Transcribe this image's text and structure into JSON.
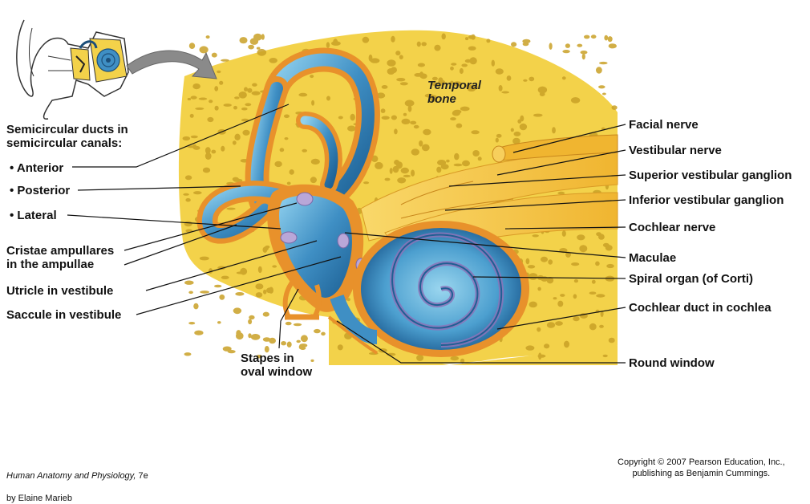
{
  "labels_left": {
    "semicircular_ducts": "Semicircular ducts in\nsemicircular canals:",
    "anterior": "• Anterior",
    "posterior": "• Posterior",
    "lateral": "• Lateral",
    "cristae": "Cristae ampullares\nin the ampullae",
    "utricle": "Utricle in vestibule",
    "saccule": "Saccule in vestibule",
    "stapes": "Stapes in\noval window"
  },
  "labels_right": {
    "facial_nerve": "Facial nerve",
    "vestibular_nerve": "Vestibular nerve",
    "superior_ganglion": "Superior vestibular ganglion",
    "inferior_ganglion": "Inferior vestibular ganglion",
    "cochlear_nerve": "Cochlear nerve",
    "maculae": "Maculae",
    "spiral_organ": "Spiral organ (of Corti)",
    "cochlear_duct": "Cochlear duct in cochlea",
    "round_window": "Round window"
  },
  "temporal_bone": "Temporal\nbone",
  "credit_left": {
    "book": "Human Anatomy and Physiology,",
    "edition": " 7e",
    "author": "by Elaine Marieb"
  },
  "credit_right": "Copyright © 2007 Pearson Education, Inc.,\npublishing as Benjamin Cummings.",
  "colors": {
    "bone": "#f3d24a",
    "bone_pore": "#c9a126",
    "membrane_blue": "#3f8fc4",
    "nerve_yellow": "#f5c440",
    "orange_outline": "#e8912b"
  }
}
